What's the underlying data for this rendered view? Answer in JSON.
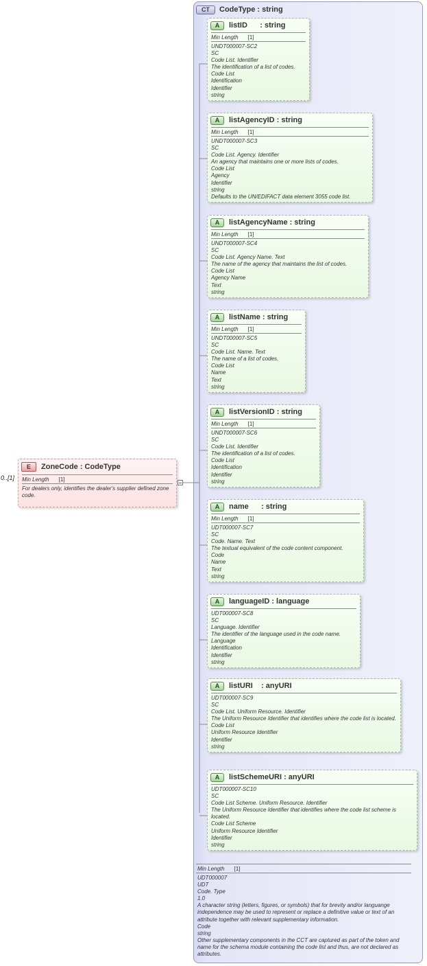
{
  "complex_type": {
    "badge": "CT",
    "title": "CodeType : string"
  },
  "element": {
    "badge": "E",
    "title": "ZoneCode : CodeType",
    "multiplicity": "0..[1]",
    "facet_label": "Min Length",
    "facet_value": "[1]",
    "doc": [
      "For dealers only, identifies the dealer's supplier defined zone code."
    ]
  },
  "attributes": [
    {
      "badge": "A",
      "title": "listID      : string",
      "facet_label": "Min Length",
      "facet_value": "[1]",
      "doc": [
        "UNDT000007-SC2",
        "SC",
        "Code List. Identifier",
        "The identification of a list of codes.",
        "Code List",
        "Identification",
        "Identifier",
        "string"
      ]
    },
    {
      "badge": "A",
      "title": "listAgencyID : string",
      "facet_label": "Min Length",
      "facet_value": "[1]",
      "doc": [
        "UNDT000007-SC3",
        "SC",
        "Code List. Agency. Identifier",
        "An agency that maintains one or more lists of codes.",
        "Code List",
        "Agency",
        "Identifier",
        "string",
        "Defaults to the UN/EDIFACT data element 3055 code list."
      ]
    },
    {
      "badge": "A",
      "title": "listAgencyName : string",
      "facet_label": "Min Length",
      "facet_value": "[1]",
      "doc": [
        "UNDT000007-SC4",
        "SC",
        "Code List. Agency Name. Text",
        "The name of the agency that maintains the list of codes.",
        "Code List",
        "Agency Name",
        "Text",
        "string"
      ]
    },
    {
      "badge": "A",
      "title": "listName : string",
      "facet_label": "Min Length",
      "facet_value": "[1]",
      "doc": [
        "UNDT000007-SC5",
        "SC",
        "Code List. Name. Text",
        "The name of a list of codes.",
        "Code List",
        "Name",
        "Text",
        "string"
      ]
    },
    {
      "badge": "A",
      "title": "listVersionID : string",
      "facet_label": "Min Length",
      "facet_value": "[1]",
      "doc": [
        "UNDT000007-SC6",
        "SC",
        "Code List. Identifier",
        "The identification of a list of codes.",
        "Code List",
        "Identification",
        "Identifier",
        "string"
      ]
    },
    {
      "badge": "A",
      "title": "name      : string",
      "facet_label": "Min Length",
      "facet_value": "[1]",
      "doc": [
        "UDT000007-SC7",
        "SC",
        "Code. Name. Text",
        "The textual equivalent of the code content component.",
        "Code",
        "Name",
        "Text",
        "string"
      ]
    },
    {
      "badge": "A",
      "title": "languageID : language",
      "doc": [
        "UDT000007-SC8",
        "SC",
        "Language. Identifier",
        "The identifier of the language used in the code name.",
        "Language",
        "Identification",
        "Identifier",
        "string"
      ]
    },
    {
      "badge": "A",
      "title": "listURI    : anyURI",
      "doc": [
        "UDT000007-SC9",
        "SC",
        "Code List. Uniform Resource. Identifier",
        "The Uniform Resource Identifier that identifies where the code list is located.",
        "Code List",
        "Uniform Resource Identifier",
        "Identifier",
        "string"
      ]
    },
    {
      "badge": "A",
      "title": "listSchemeURI : anyURI",
      "doc": [
        "UDT000007-SC10",
        "SC",
        "Code List Scheme. Uniform Resource. Identifier",
        "The Uniform Resource Identifier that identifies where the code list scheme is located.",
        "Code List Scheme",
        "Uniform Resource Identifier",
        "Identifier",
        "string"
      ]
    }
  ],
  "footer": {
    "facet_label": "Min Length",
    "facet_value": "[1]",
    "doc": [
      "UDT000007",
      "UDT",
      "Code. Type",
      "1.0",
      "A character string (letters, figures, or symbols) that for brevity and/or languange independence may be used to represent or replace a definitive value or text of an attribute together with relevant supplementary information.",
      "Code",
      "string",
      "Other supplementary components in the CCT are captured as part of the token and name for the schema module containing the code list and thus, are not declared as attributes."
    ]
  }
}
